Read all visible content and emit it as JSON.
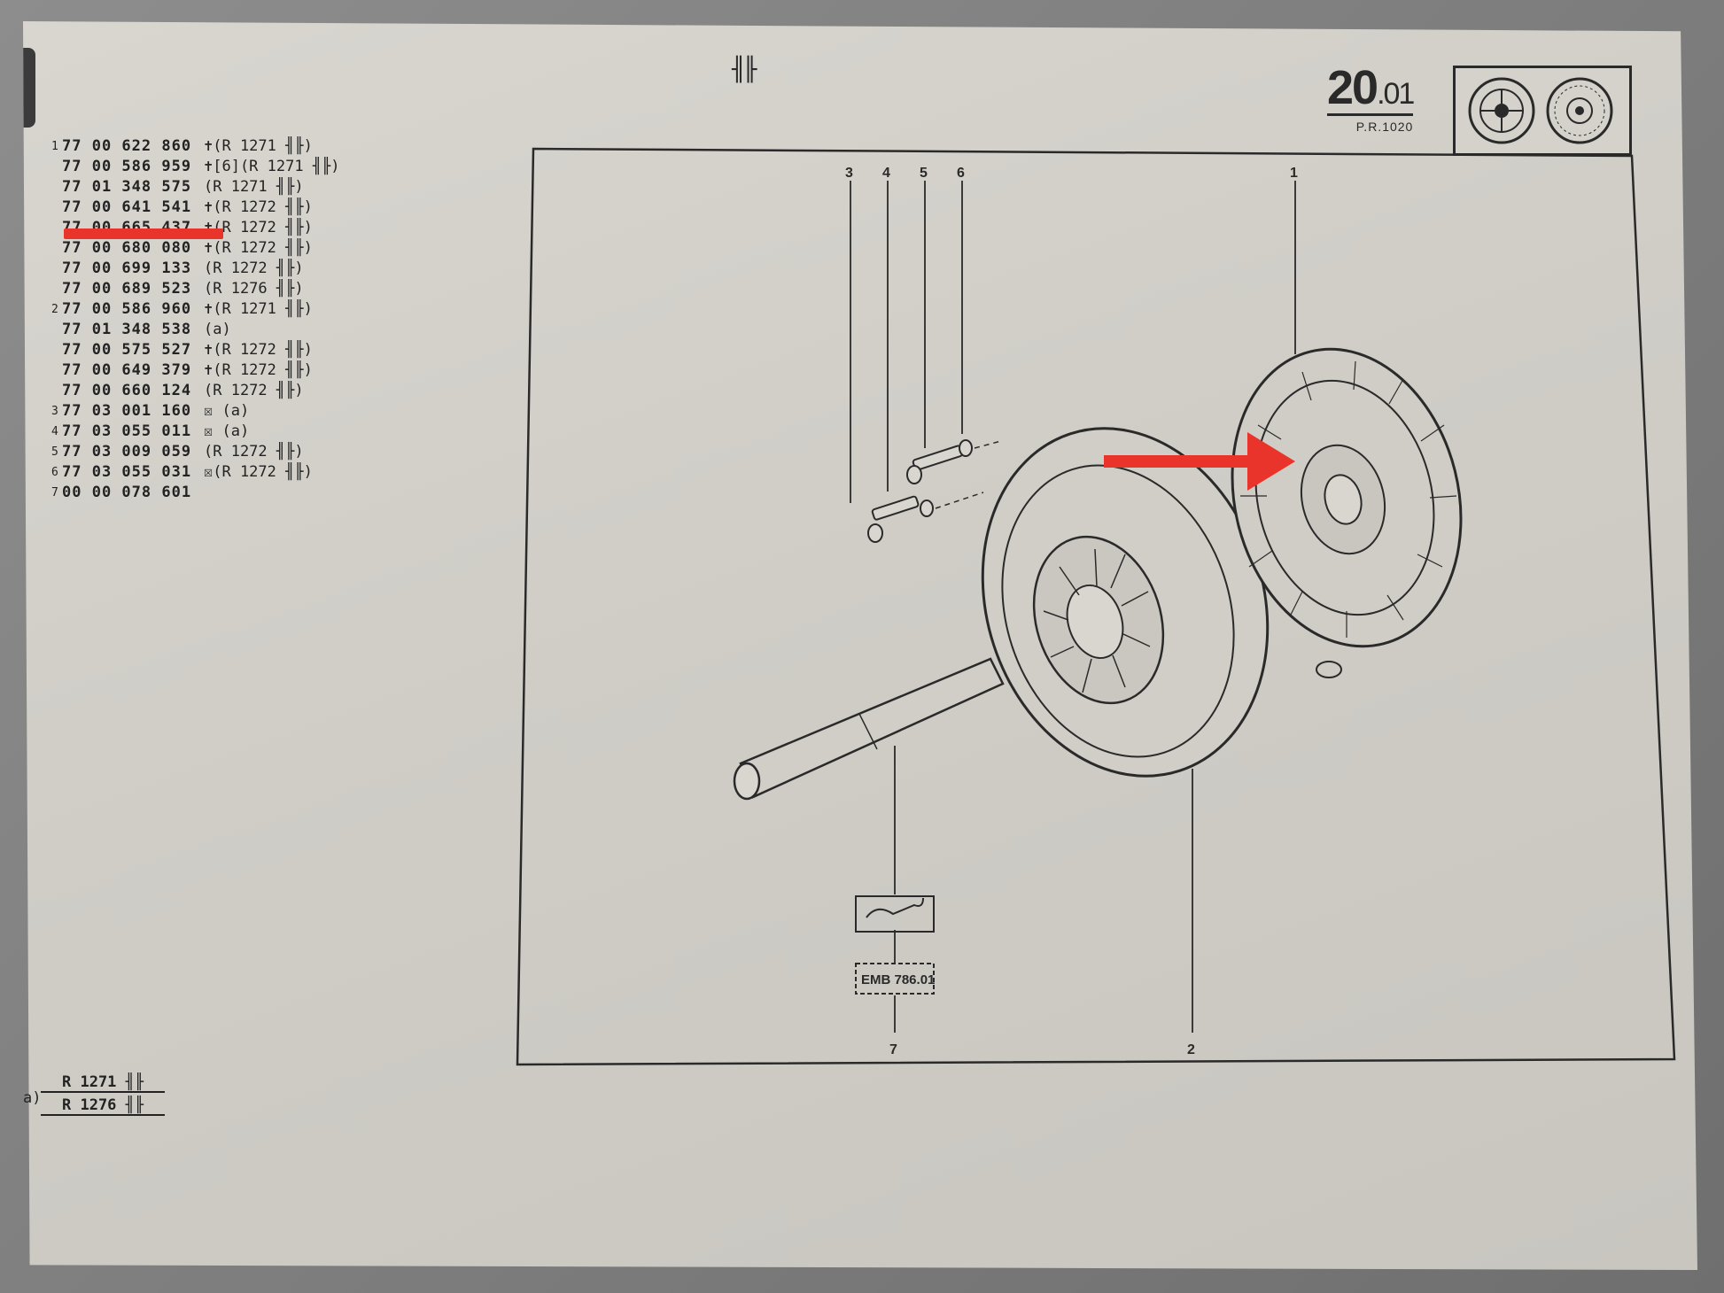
{
  "page_header_icon": "╢╟",
  "section": {
    "number": "20",
    "sub": ".01",
    "pr": "P.R.1020"
  },
  "parts": [
    {
      "pos": "1",
      "number": "77 00 622 860",
      "note": "✝(R 1271 ╢╟)"
    },
    {
      "pos": "",
      "number": "77 00 586 959",
      "note": "✝[6](R 1271 ╢╟)"
    },
    {
      "pos": "",
      "number": "77 01 348 575",
      "note": "(R 1271 ╢╟)"
    },
    {
      "pos": "",
      "number": "77 00 641 541",
      "note": "✝(R 1272 ╢╟)"
    },
    {
      "pos": "",
      "number": "77 00 665 437",
      "note": "✝(R 1272 ╢╟)"
    },
    {
      "pos": "",
      "number": "77 00 680 080",
      "note": "✝(R 1272 ╢╟)"
    },
    {
      "pos": "",
      "number": "77 00 699 133",
      "note": "(R 1272 ╢╟)"
    },
    {
      "pos": "",
      "number": "77 00 689 523",
      "note": "(R 1276 ╢╟)"
    },
    {
      "pos": "2",
      "number": "77 00 586 960",
      "note": "✝(R 1271 ╢╟)"
    },
    {
      "pos": "",
      "number": "77 01 348 538",
      "note": "(a)"
    },
    {
      "pos": "",
      "number": "77 00 575 527",
      "note": "✝(R 1272 ╢╟)"
    },
    {
      "pos": "",
      "number": "77 00 649 379",
      "note": "✝(R 1272 ╢╟)"
    },
    {
      "pos": "",
      "number": "77 00 660 124",
      "note": "(R 1272 ╢╟)"
    },
    {
      "pos": "3",
      "number": "77 03 001 160",
      "note": "☒ (a)"
    },
    {
      "pos": "4",
      "number": "77 03 055 011",
      "note": "☒ (a)"
    },
    {
      "pos": "5",
      "number": "77 03 009 059",
      "note": "(R 1272 ╢╟)"
    },
    {
      "pos": "6",
      "number": "77 03 055 031",
      "note": "☒(R 1272 ╢╟)"
    },
    {
      "pos": "7",
      "number": "00 00 078 601",
      "note": ""
    }
  ],
  "legend": {
    "marker": "a)",
    "line1": "R 1271 ╢╟",
    "line2": "R 1276 ╢╟"
  },
  "callouts": {
    "c1": "1",
    "c2": "2",
    "c3": "3",
    "c4": "4",
    "c5": "5",
    "c6": "6",
    "c7": "7"
  },
  "tool_label": "EMB 786.01",
  "colors": {
    "paper": "#d2d0c9",
    "ink": "#2a2a2a",
    "annotation": "#e8342a"
  }
}
